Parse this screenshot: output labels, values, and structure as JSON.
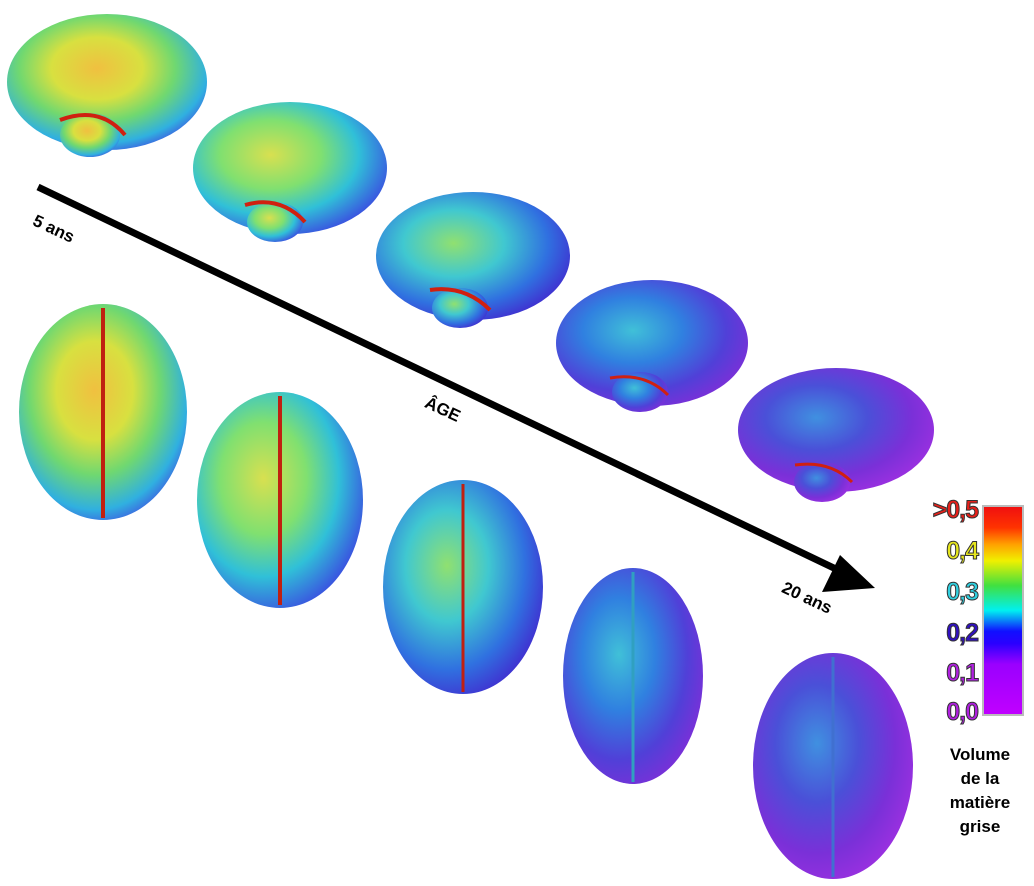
{
  "axis": {
    "start_label": "5 ans",
    "middle_label": "ÂGE",
    "end_label": "20 ans"
  },
  "legend": {
    "ticks": [
      {
        "label": ">0,5",
        "color": "#e8201a"
      },
      {
        "label": "0,4",
        "color": "#e6e61e"
      },
      {
        "label": "0,3",
        "color": "#30d0e0"
      },
      {
        "label": "0,2",
        "color": "#3010c0"
      },
      {
        "label": "0,1",
        "color": "#b020e0"
      },
      {
        "label": "0,0",
        "color": "#b020e0"
      }
    ],
    "caption_lines": [
      "Volume",
      "de la",
      "matière",
      "grise"
    ]
  },
  "brains": {
    "stages": 5,
    "views": [
      "lateral",
      "superior"
    ]
  }
}
